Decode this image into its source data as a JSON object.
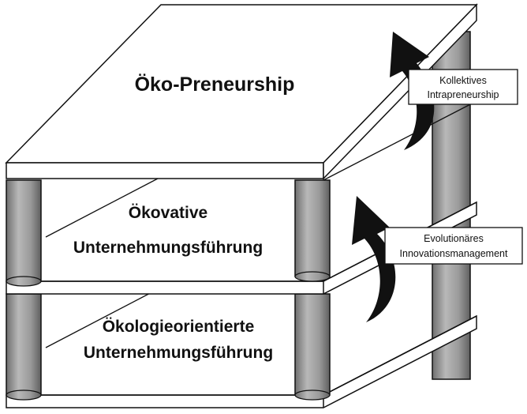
{
  "levels": {
    "top": {
      "title": "Öko-Preneurship"
    },
    "middle": {
      "line1": "Ökovative",
      "line2": "Unternehmungsführung"
    },
    "bottom": {
      "line1": "Ökologieorientierte",
      "line2": "Unternehmungsführung"
    }
  },
  "transitions": {
    "upper": {
      "line1": "Kollektives",
      "line2": "Intrapreneurship"
    },
    "lower": {
      "line1": "Evolutionäres",
      "line2": "Innovationsmanagement"
    }
  },
  "colors": {
    "slab_fill": "#ffffff",
    "outline": "#111111",
    "pillar_fill": "#9a9a9a",
    "arrow_fill": "#111111"
  }
}
